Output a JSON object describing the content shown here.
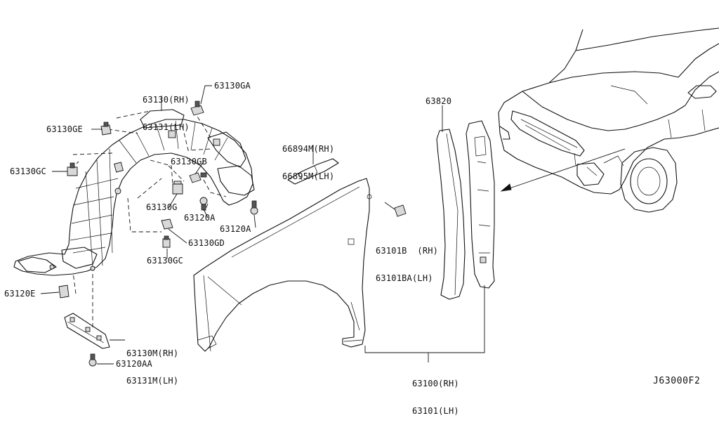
{
  "diagram": {
    "reference_code": "J63000F2",
    "callouts": {
      "inner_fender_rh_lh": [
        "63130(RH)",
        "63131(LH)"
      ],
      "clip_ga": "63130GA",
      "clip_ge": "63130GE",
      "clip_gc_left": "63130GC",
      "clip_gb": "63130GB",
      "clip_g": "63130G",
      "bolt_120a_mid": "63120A",
      "bolt_120a_right": "63120A",
      "clip_gd": "63130GD",
      "clip_gc_bottom": "63130GC",
      "bolt_120e": "63120E",
      "mudguard_rh_lh": [
        "63130M(RH)",
        "63131M(LH)"
      ],
      "bolt_120aa": "63120AA",
      "bracket_rh_lh": [
        "66894M(RH)",
        "66895M(LH)"
      ],
      "bolt_101b": [
        "63101B  (RH)",
        "63101BA(LH)"
      ],
      "seal": "63820",
      "fender_rh_lh": [
        "63100(RH)",
        "63101(LH)"
      ]
    }
  }
}
